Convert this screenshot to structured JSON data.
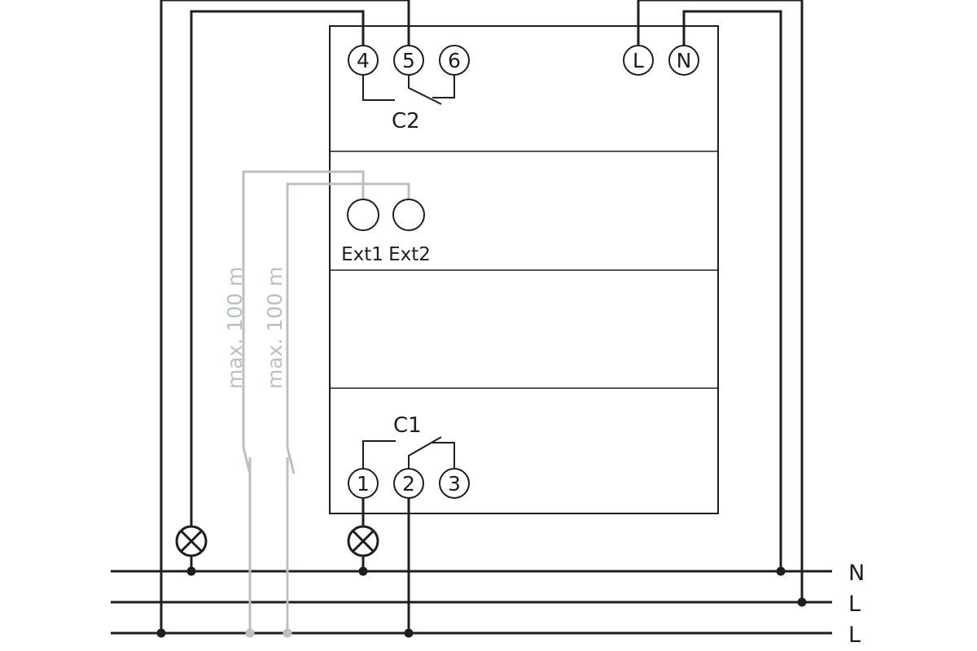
{
  "device": {
    "contact_c2": {
      "label": "C2",
      "terminals": [
        "4",
        "5",
        "6"
      ]
    },
    "supply": {
      "terminals": [
        "L",
        "N"
      ]
    },
    "extensions": {
      "labels": [
        "Ext1",
        "Ext2"
      ]
    },
    "contact_c1": {
      "label": "C1",
      "terminals": [
        "1",
        "2",
        "3"
      ]
    }
  },
  "cable_lengths": [
    "max. 100 m",
    "max. 100 m"
  ],
  "rails": [
    "N",
    "L",
    "L"
  ],
  "colors": {
    "wire": "#1e1e1e",
    "extension_wire": "#b9c1bd",
    "background": "#ffffff"
  }
}
